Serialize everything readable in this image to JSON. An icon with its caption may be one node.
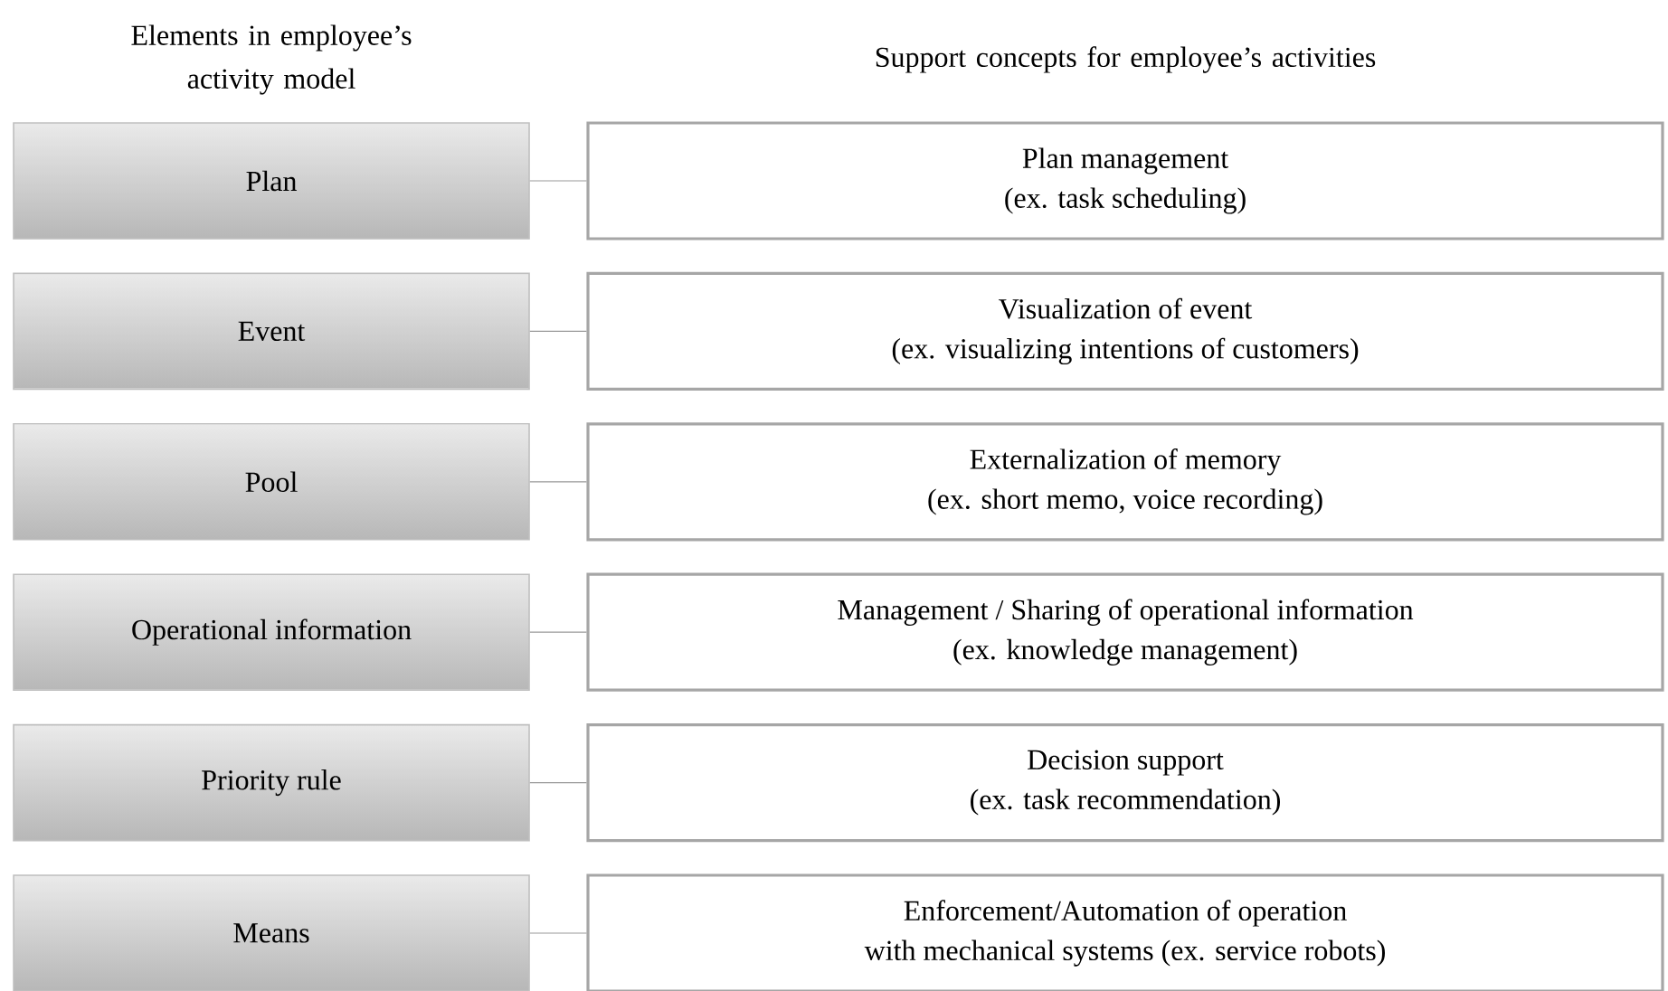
{
  "diagram": {
    "nodes": [
      {
        "text": [
          "Plan"
        ]
      },
      {
        "text": [
          "Plan management",
          "(ex. task scheduling)"
        ]
      },
      {
        "text": [
          "Event"
        ]
      },
      {
        "text": [
          "Visualization of event",
          "(ex. visualizing intentions of customers)"
        ]
      },
      {
        "text": [
          "Pool"
        ]
      },
      {
        "text": [
          "Externalization of memory",
          "(ex. short memo, voice recording)"
        ]
      },
      {
        "text": [
          "Operational information"
        ]
      },
      {
        "text": [
          "Management / Sharing of operational information",
          "(ex. knowledge management)"
        ]
      },
      {
        "text": [
          "Priority rule"
        ]
      },
      {
        "text": [
          "Decision support",
          "(ex. task recommendation)"
        ]
      },
      {
        "text": [
          "Means"
        ]
      },
      {
        "text": [
          "Enforcement/Automation of operation",
          "with mechanical systems (ex. service robots)"
        ]
      }
    ],
    "edges": [
      {
        "from": 0,
        "to": 1,
        "arrow": "none"
      },
      {
        "from": 2,
        "to": 3,
        "arrow": "none"
      },
      {
        "from": 4,
        "to": 5,
        "arrow": "none"
      },
      {
        "from": 6,
        "to": 7,
        "arrow": "none"
      },
      {
        "from": 8,
        "to": 9,
        "arrow": "none"
      },
      {
        "from": 10,
        "to": 11,
        "arrow": "none"
      }
    ],
    "labels": [
      "Elements in employee’s activity model",
      "Support concepts for employee’s activities"
    ]
  }
}
